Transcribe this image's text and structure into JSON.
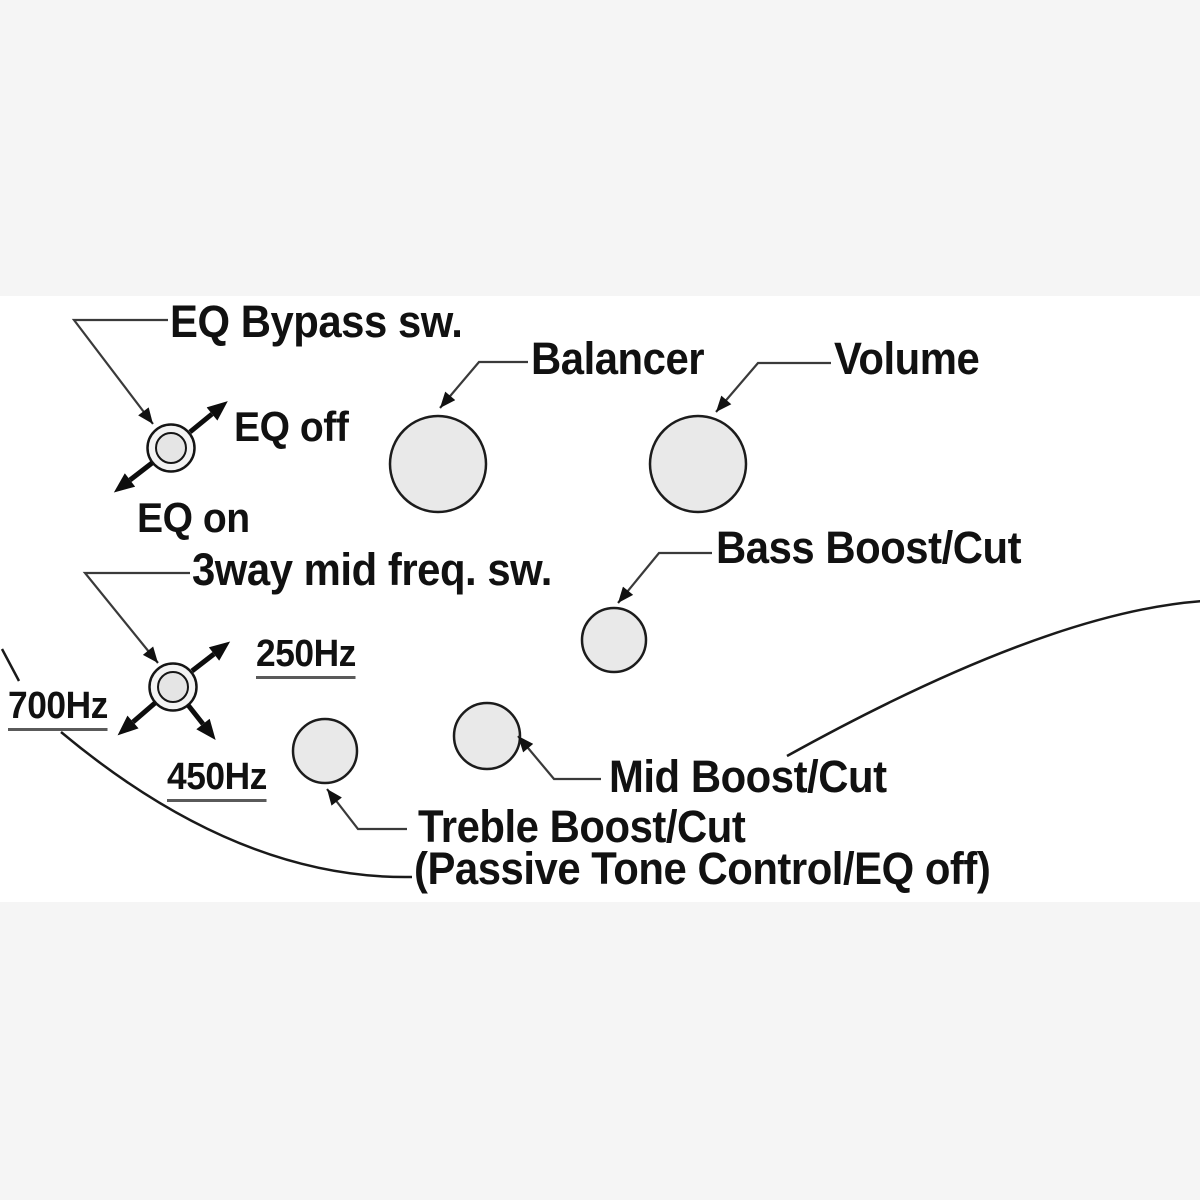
{
  "diagram": {
    "kind": "bass-guitar-control-layout",
    "colors": {
      "page_background": "#f5f5f5",
      "panel_background": "#ffffff",
      "line": "#1a1a1a",
      "leader_line": "#3a3a3a",
      "knob_fill": "#e9e9e9",
      "knob_stroke": "#1c1c1c",
      "switch_ring_fill": "#f3f3f3",
      "switch_inner_fill": "#e5e5e5",
      "underline": "#5a5a5a"
    },
    "labels": {
      "eq_bypass": "EQ Bypass sw.",
      "eq_off": "EQ off",
      "eq_on": "EQ on",
      "balancer": "Balancer",
      "volume": "Volume",
      "bass": "Bass Boost/Cut",
      "mid_freq": "3way mid freq. sw.",
      "f250": "250Hz",
      "f700": "700Hz",
      "f450": "450Hz",
      "mid": "Mid Boost/Cut",
      "treble": "Treble Boost/Cut",
      "treble_note": "(Passive Tone Control/EQ off)"
    },
    "knobs": [
      {
        "name": "balancer",
        "label": "Balancer"
      },
      {
        "name": "volume",
        "label": "Volume"
      },
      {
        "name": "bass-boost-cut",
        "label": "Bass Boost/Cut"
      },
      {
        "name": "mid-boost-cut",
        "label": "Mid Boost/Cut"
      },
      {
        "name": "treble-boost-cut",
        "label": "Treble Boost/Cut (Passive Tone Control/EQ off)"
      }
    ],
    "switches": [
      {
        "name": "eq-bypass-switch",
        "label": "EQ Bypass sw.",
        "positions": [
          "EQ off",
          "EQ on"
        ]
      },
      {
        "name": "mid-freq-switch",
        "label": "3way mid freq. sw.",
        "positions": [
          "250Hz",
          "450Hz",
          "700Hz"
        ]
      }
    ]
  }
}
